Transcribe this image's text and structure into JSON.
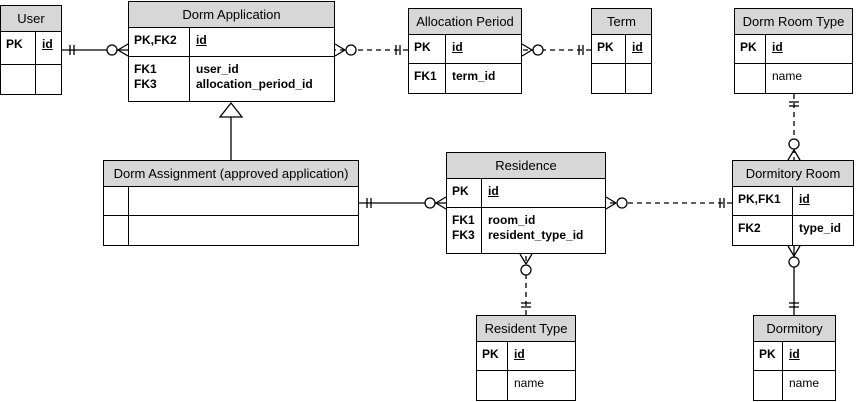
{
  "entities": {
    "user": {
      "title": "User",
      "sections": [
        {
          "keys": [
            "PK"
          ],
          "attrs": [
            {
              "text": "id",
              "kind": "pk"
            }
          ]
        },
        {
          "keys": [],
          "attrs": []
        }
      ]
    },
    "dorm_application": {
      "title": "Dorm Application",
      "sections": [
        {
          "keys": [
            "PK,FK2"
          ],
          "attrs": [
            {
              "text": "id",
              "kind": "pk"
            }
          ]
        },
        {
          "keys": [
            "FK1",
            "FK3"
          ],
          "attrs": [
            {
              "text": "user_id",
              "kind": "fk"
            },
            {
              "text": "allocation_period_id",
              "kind": "fk"
            }
          ]
        }
      ]
    },
    "allocation_period": {
      "title": "Allocation Period",
      "sections": [
        {
          "keys": [
            "PK"
          ],
          "attrs": [
            {
              "text": "id",
              "kind": "pk"
            }
          ]
        },
        {
          "keys": [
            "FK1"
          ],
          "attrs": [
            {
              "text": "term_id",
              "kind": "fk"
            }
          ]
        }
      ]
    },
    "term": {
      "title": "Term",
      "sections": [
        {
          "keys": [
            "PK"
          ],
          "attrs": [
            {
              "text": "id",
              "kind": "pk"
            }
          ]
        },
        {
          "keys": [],
          "attrs": []
        }
      ]
    },
    "dorm_room_type": {
      "title": "Dorm Room Type",
      "sections": [
        {
          "keys": [
            "PK"
          ],
          "attrs": [
            {
              "text": "id",
              "kind": "pk"
            }
          ]
        },
        {
          "keys": [],
          "attrs": [
            {
              "text": "name",
              "kind": "plain"
            }
          ]
        }
      ]
    },
    "dorm_assignment": {
      "title": "Dorm Assignment (approved application)",
      "sections": [
        {
          "keys": [],
          "attrs": []
        },
        {
          "keys": [],
          "attrs": []
        }
      ]
    },
    "residence": {
      "title": "Residence",
      "sections": [
        {
          "keys": [
            "PK"
          ],
          "attrs": [
            {
              "text": "id",
              "kind": "pk"
            }
          ]
        },
        {
          "keys": [
            "FK1",
            "FK3"
          ],
          "attrs": [
            {
              "text": "room_id",
              "kind": "fk"
            },
            {
              "text": "resident_type_id",
              "kind": "fk"
            }
          ]
        }
      ]
    },
    "dormitory_room": {
      "title": "Dormitory Room",
      "sections": [
        {
          "keys": [
            "PK,FK1"
          ],
          "attrs": [
            {
              "text": "id",
              "kind": "pk"
            }
          ]
        },
        {
          "keys": [
            "FK2"
          ],
          "attrs": [
            {
              "text": "type_id",
              "kind": "fk"
            }
          ]
        }
      ]
    },
    "resident_type": {
      "title": "Resident Type",
      "sections": [
        {
          "keys": [
            "PK"
          ],
          "attrs": [
            {
              "text": "id",
              "kind": "pk"
            }
          ]
        },
        {
          "keys": [],
          "attrs": [
            {
              "text": "name",
              "kind": "plain"
            }
          ]
        }
      ]
    },
    "dormitory": {
      "title": "Dormitory",
      "sections": [
        {
          "keys": [
            "PK"
          ],
          "attrs": [
            {
              "text": "id",
              "kind": "pk"
            }
          ]
        },
        {
          "keys": [],
          "attrs": [
            {
              "text": "name",
              "kind": "plain"
            }
          ]
        }
      ]
    }
  },
  "relationships": [
    {
      "name": "user-to-dorm-application",
      "from": "user",
      "to": "dorm_application",
      "from_end": "one-only",
      "to_end": "zero-or-many",
      "style": "solid"
    },
    {
      "name": "allocation-period-to-dorm-application",
      "from": "allocation_period",
      "to": "dorm_application",
      "from_end": "one-only",
      "to_end": "zero-or-many",
      "style": "dashed"
    },
    {
      "name": "term-to-allocation-period",
      "from": "term",
      "to": "allocation_period",
      "from_end": "one-only",
      "to_end": "zero-or-many",
      "style": "dashed"
    },
    {
      "name": "dorm-assignment-is-a-dorm-application",
      "from": "dorm_assignment",
      "to": "dorm_application",
      "kind": "inheritance",
      "style": "solid"
    },
    {
      "name": "dorm-assignment-to-residence",
      "from": "dorm_assignment",
      "to": "residence",
      "from_end": "one-only",
      "to_end": "zero-or-many",
      "style": "solid"
    },
    {
      "name": "dormitory-room-to-residence",
      "from": "dormitory_room",
      "to": "residence",
      "from_end": "one-only",
      "to_end": "zero-or-many",
      "style": "dashed"
    },
    {
      "name": "dorm-room-type-to-dormitory-room",
      "from": "dorm_room_type",
      "to": "dormitory_room",
      "from_end": "one-only",
      "to_end": "zero-or-many",
      "style": "dashed"
    },
    {
      "name": "resident-type-to-residence",
      "from": "resident_type",
      "to": "residence",
      "from_end": "one-only",
      "to_end": "zero-or-many",
      "style": "dashed"
    },
    {
      "name": "dormitory-to-dormitory-room",
      "from": "dormitory",
      "to": "dormitory_room",
      "from_end": "one-only",
      "to_end": "zero-or-many",
      "style": "solid"
    }
  ],
  "colors": {
    "header": "#d7d7d7",
    "line": "#000000",
    "background": "#ffffff"
  }
}
